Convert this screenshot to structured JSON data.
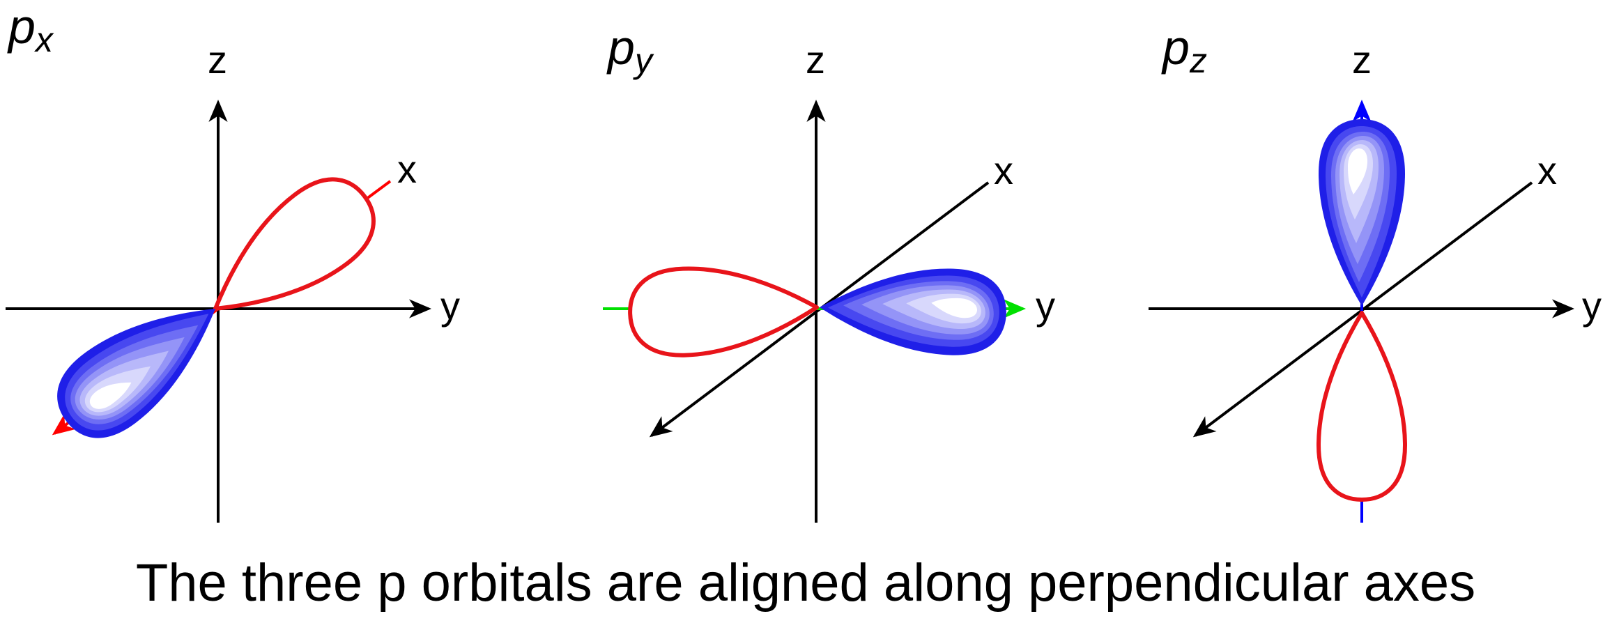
{
  "panels": [
    {
      "title": "p",
      "subscript": "x",
      "axis_labels": {
        "z": "z",
        "x": "x",
        "y": "y"
      },
      "highlight_axis": "x",
      "highlight_color": "#ff0000"
    },
    {
      "title": "p",
      "subscript": "y",
      "axis_labels": {
        "z": "z",
        "x": "x",
        "y": "y"
      },
      "highlight_axis": "y",
      "highlight_color": "#00e000"
    },
    {
      "title": "p",
      "subscript": "z",
      "axis_labels": {
        "z": "z",
        "x": "x",
        "y": "y"
      },
      "highlight_axis": "z",
      "highlight_color": "#0000ff"
    }
  ],
  "caption": "The three p orbitals are aligned along perpendicular axes",
  "colors": {
    "axis": "#000000",
    "outline_lobe": "#e8141a",
    "shaded_lobe_dark": "#1a1aff",
    "shaded_lobe_light": "#ffffff"
  }
}
